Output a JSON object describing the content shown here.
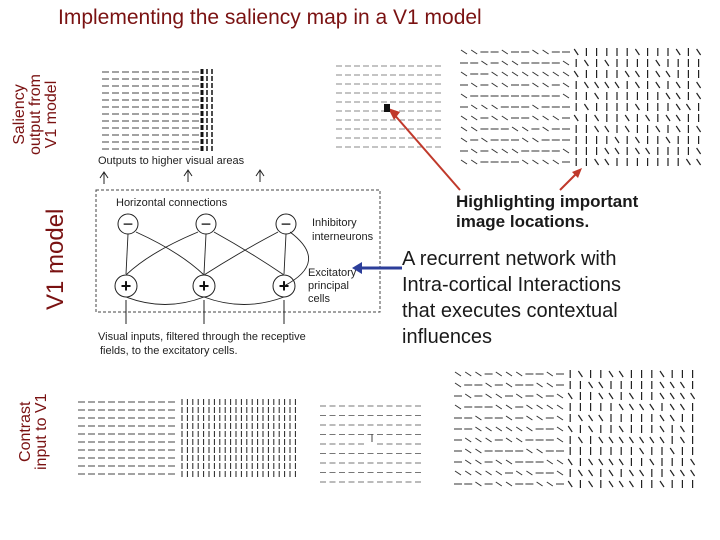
{
  "slide": {
    "title": "Implementing the saliency map in a V1 model",
    "left_labels": {
      "saliency_lines": [
        "Saliency",
        "output from",
        "V1 model"
      ],
      "v1_model": "V1 model",
      "contrast_lines": [
        "Contrast",
        "input to V1"
      ]
    },
    "highlight_note_lines": [
      "Highlighting important",
      "image locations."
    ],
    "network_note_lines": [
      "A recurrent network with",
      "Intra-cortical Interactions",
      "that executes contextual",
      "influences"
    ]
  },
  "diagram": {
    "outputs_label": "Outputs to higher visual areas",
    "horizontal_label": "Horizontal connections",
    "inhibitory_lines": [
      "Inhibitory",
      "interneurons"
    ],
    "excitatory_lines": [
      "Excitatory",
      "principal",
      "cells"
    ],
    "inputs_lines": [
      "Visual inputs, filtered through the receptive",
      "fields, to the excitatory cells."
    ],
    "minus_sign": "−",
    "plus_sign": "+"
  },
  "colors": {
    "title": "#7a1212",
    "arrow_red": "#c0392b",
    "arrow_blue": "#2c3e9a"
  }
}
